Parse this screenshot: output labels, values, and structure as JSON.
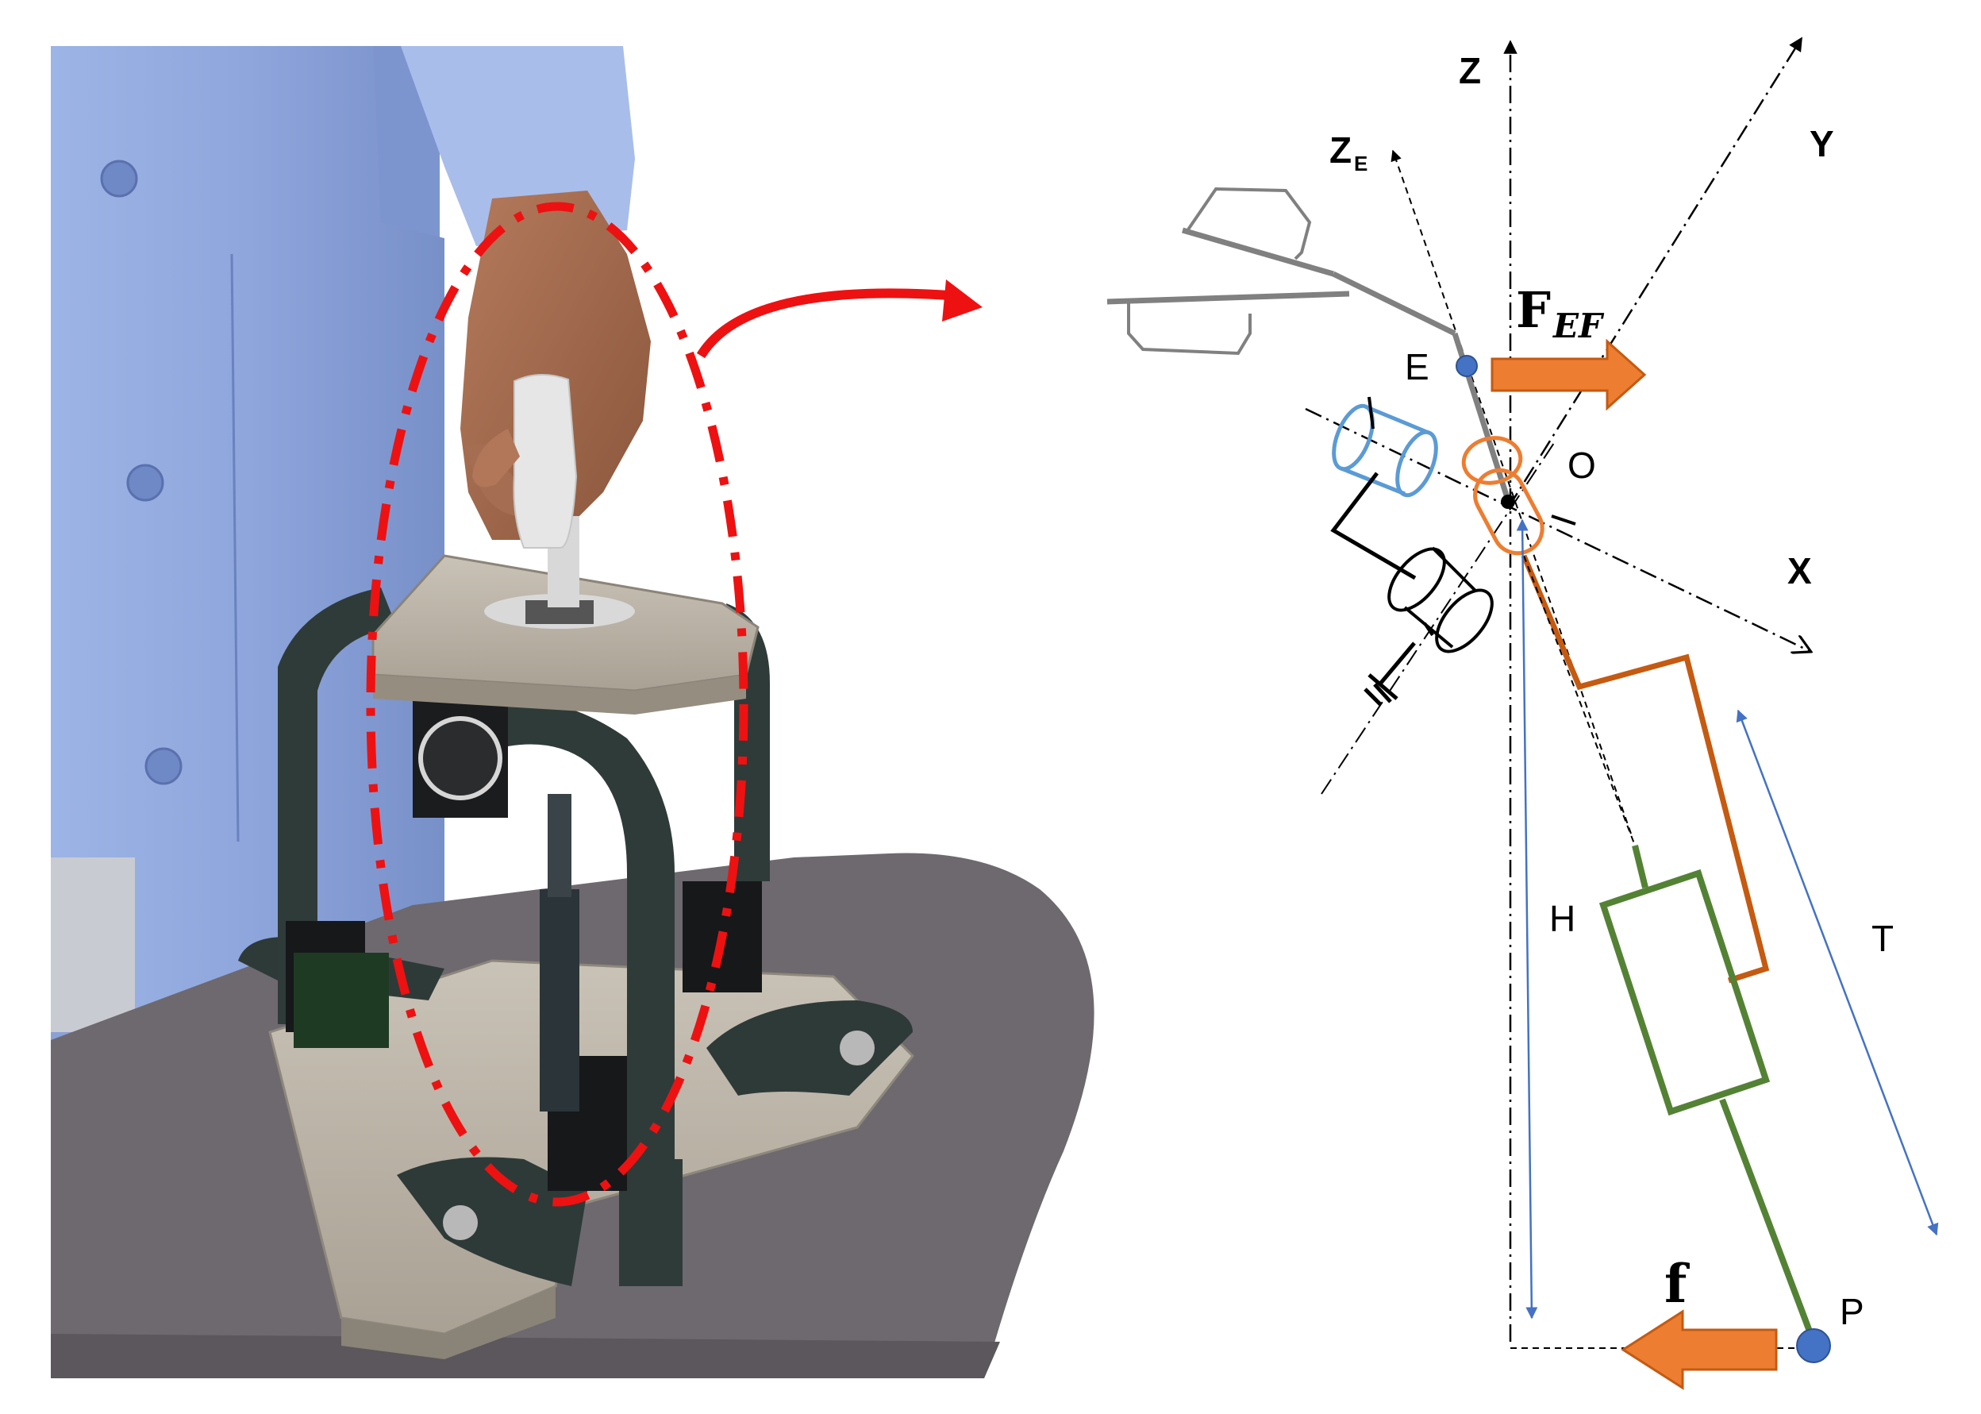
{
  "diagram": {
    "axes": {
      "z": "Z",
      "y": "Y",
      "x": "X",
      "ze_main": "Z",
      "ze_sub": "E"
    },
    "points": {
      "e": "E",
      "o": "O",
      "p": "P"
    },
    "dimensions": {
      "h": "H",
      "t": "T"
    },
    "forces": {
      "fef_main": "F",
      "fef_sub": "EF",
      "f": "f"
    }
  },
  "colors": {
    "highlight_red": "#ee1111",
    "force_orange": "#ed7d31",
    "link_orange": "#c55a11",
    "spring_green": "#548235",
    "dimension_blue": "#4472c4",
    "point_blue": "#4472c4",
    "actuator_blue": "#5b9bd5",
    "handle_gray": "#808080",
    "sleeve_blue": "#8fa8dc",
    "table_gray": "#6e696f"
  },
  "icons": {
    "operator": "hand-holding-handle-icon",
    "device": "parallel-haptic-device-icon",
    "handle_sketch": "handle-sketch-icon",
    "ground": "ground-symbol-icon",
    "motor": "motor-cylinder-icon"
  }
}
